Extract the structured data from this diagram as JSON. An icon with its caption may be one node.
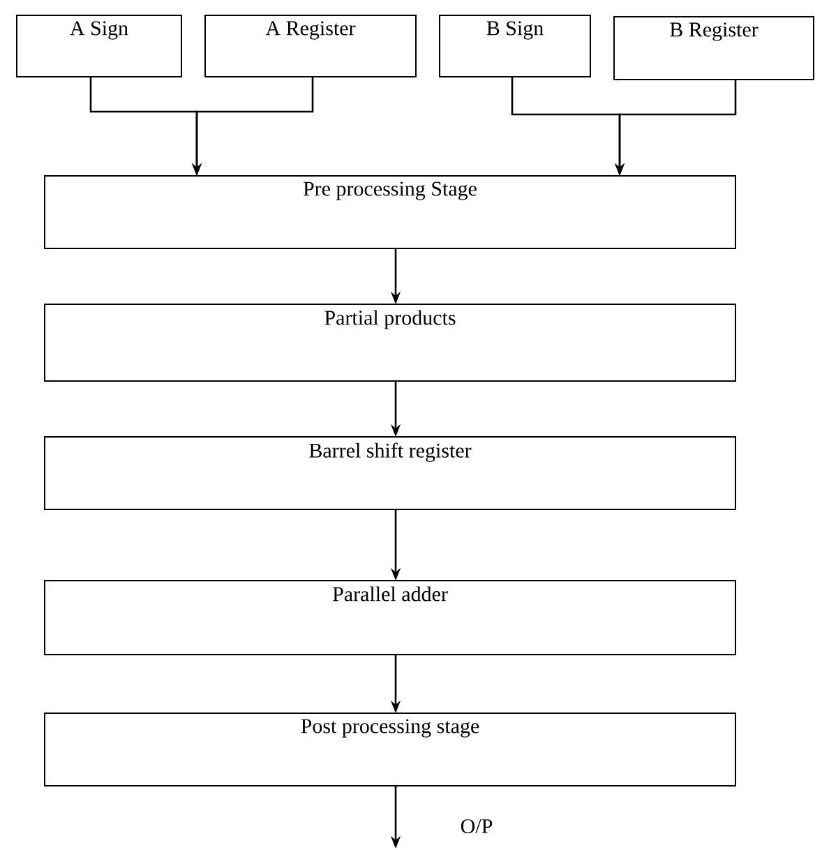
{
  "diagram": {
    "nodes": [
      {
        "text": [
          "A Sign"
        ]
      },
      {
        "text": [
          "A Register"
        ]
      },
      {
        "text": [
          "B Sign"
        ]
      },
      {
        "text": [
          "B Register"
        ]
      },
      {
        "text": [
          "Pre processing Stage"
        ]
      },
      {
        "text": [
          "Partial products"
        ]
      },
      {
        "text": [
          "Barrel shift register"
        ]
      },
      {
        "text": [
          "Parallel adder"
        ]
      },
      {
        "text": [
          "Post processing stage"
        ]
      }
    ],
    "edges": [
      {
        "from": 0,
        "to": 4,
        "arrow": "to"
      },
      {
        "from": 1,
        "to": 4,
        "arrow": "to"
      },
      {
        "from": 2,
        "to": 4,
        "arrow": "to"
      },
      {
        "from": 3,
        "to": 4,
        "arrow": "to"
      },
      {
        "from": 4,
        "to": 5,
        "arrow": "to"
      },
      {
        "from": 5,
        "to": 6,
        "arrow": "to"
      },
      {
        "from": 6,
        "to": 7,
        "arrow": "to"
      },
      {
        "from": 7,
        "to": 8,
        "arrow": "to"
      },
      {
        "from": 8,
        "to": null,
        "arrow": "to",
        "label": "O/P"
      }
    ]
  }
}
